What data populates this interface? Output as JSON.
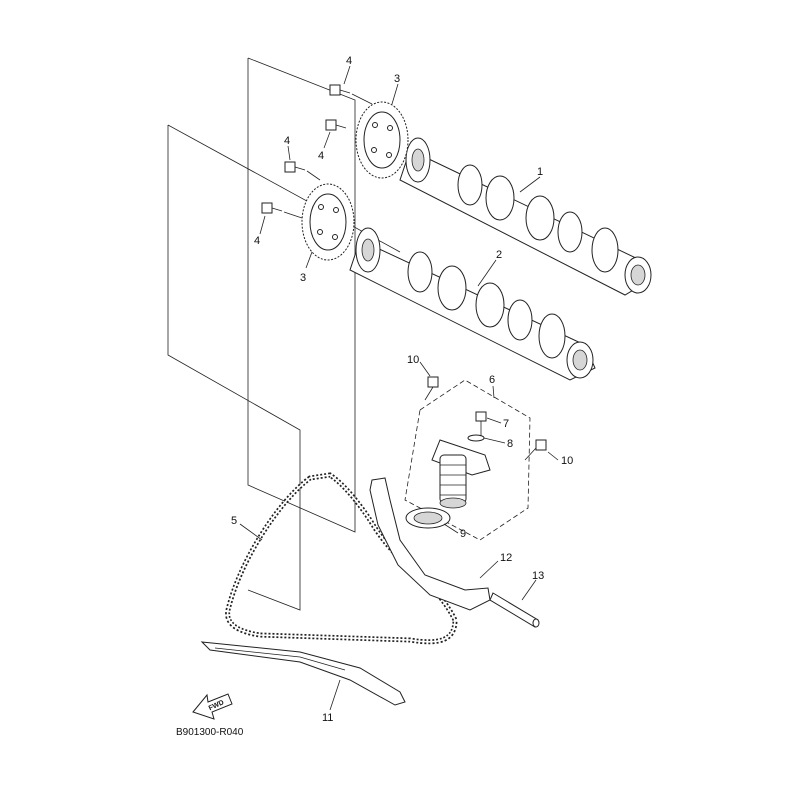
{
  "diagram": {
    "code": "B901300-R040",
    "fwd_label": "FWD",
    "callouts": {
      "c1": "1",
      "c2": "2",
      "c3a": "3",
      "c3b": "3",
      "c4a": "4",
      "c4b": "4",
      "c4c": "4",
      "c4d": "4",
      "c5": "5",
      "c6": "6",
      "c7": "7",
      "c8": "8",
      "c9": "9",
      "c10a": "10",
      "c10b": "10",
      "c11": "11",
      "c12": "12",
      "c13": "13"
    }
  }
}
